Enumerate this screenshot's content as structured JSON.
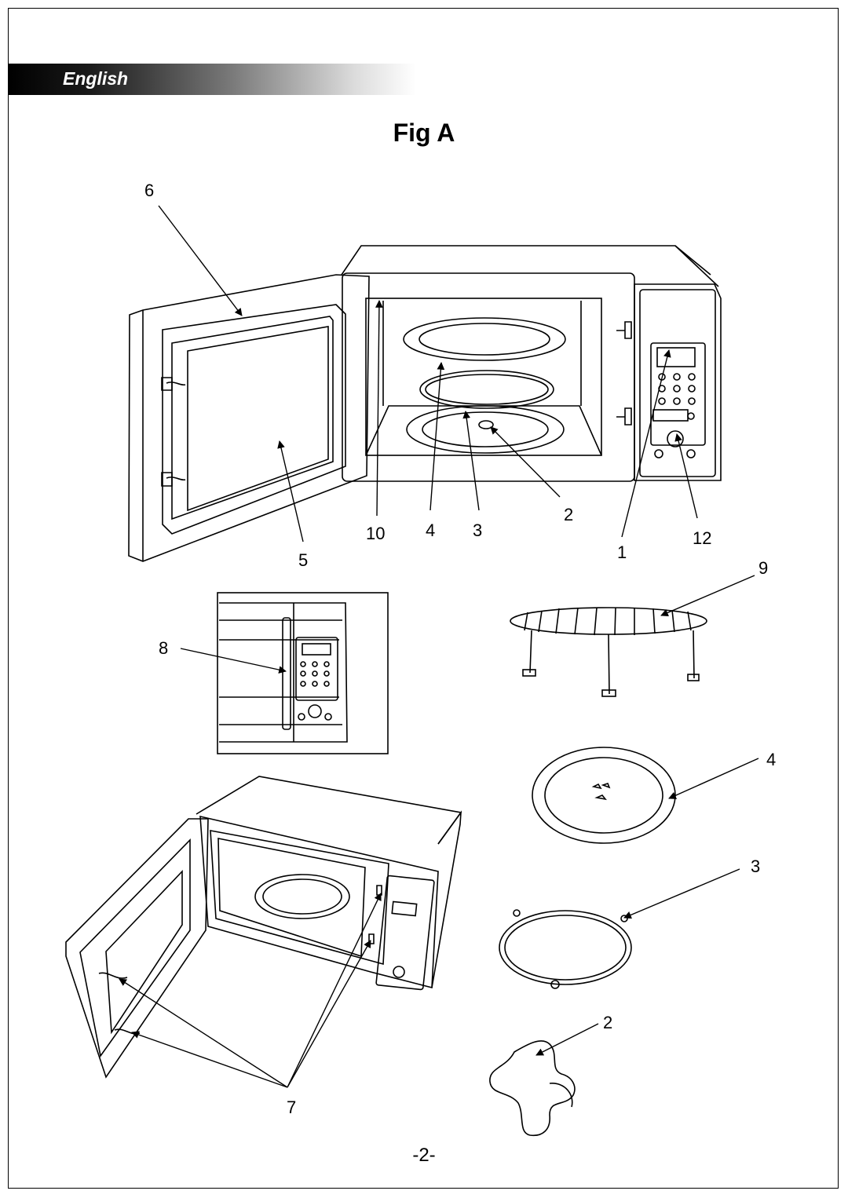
{
  "header": {
    "language_label": "English"
  },
  "figure": {
    "title": "Fig A",
    "callouts": [
      "6",
      "10",
      "4",
      "3",
      "2",
      "1",
      "12",
      "5",
      "9",
      "8",
      "4",
      "3",
      "2",
      "7"
    ]
  },
  "footer": {
    "page_number": "-2-"
  }
}
